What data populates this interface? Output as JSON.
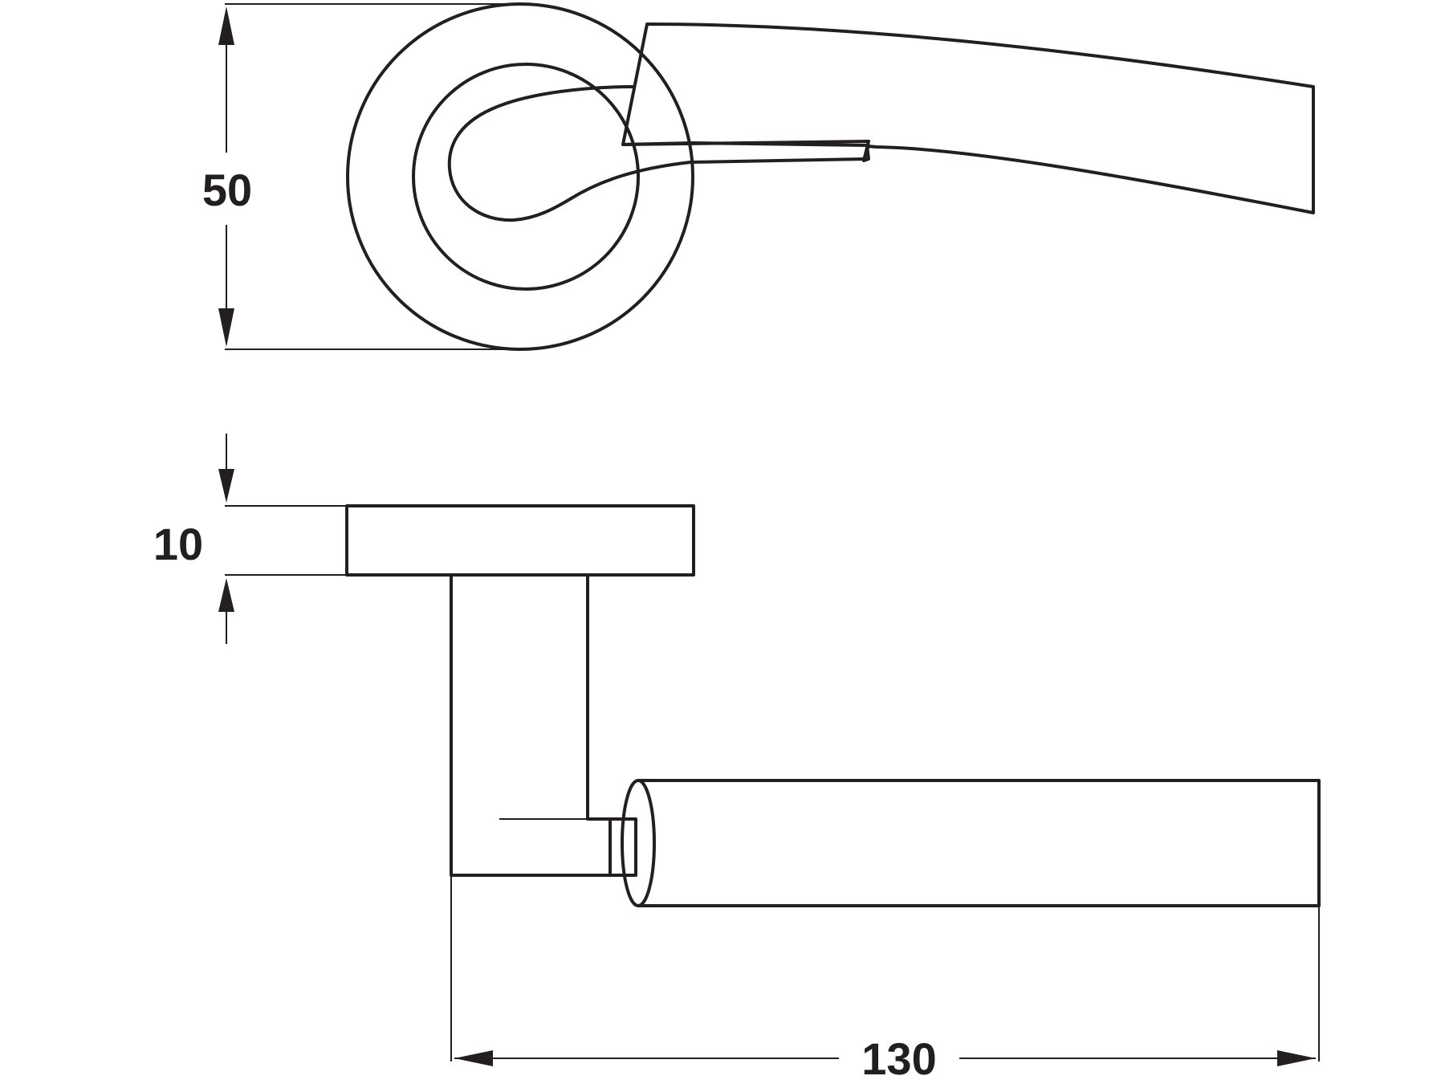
{
  "dimensions": {
    "rose_diameter": "50",
    "rose_thickness": "10",
    "handle_projection": "130"
  },
  "colors": {
    "line": "#231f20",
    "background": "#ffffff"
  }
}
